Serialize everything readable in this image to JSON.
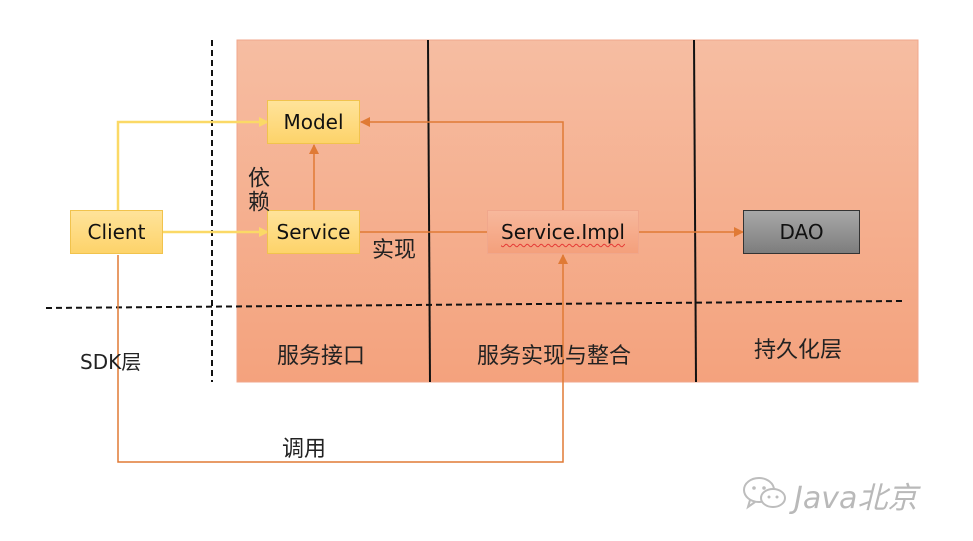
{
  "nodes": {
    "model": "Model",
    "service": "Service",
    "client": "Client",
    "impl": "Service.Impl",
    "dao": "DAO"
  },
  "sections": {
    "interface": "服务接口",
    "impl": "服务实现与整合",
    "persist": "持久化层",
    "sdk": "SDK层"
  },
  "edges": {
    "depend": "依赖",
    "implement": "实现",
    "call": "调用"
  },
  "watermark": {
    "text": "Java北京",
    "icon": "wechat-icon"
  },
  "colors": {
    "panel_top": "#f6bda2",
    "panel_bottom": "#f4a27d",
    "panel_border": "#f0a78c",
    "yellow_line": "#fbd966",
    "orange_line": "#e07a35"
  }
}
